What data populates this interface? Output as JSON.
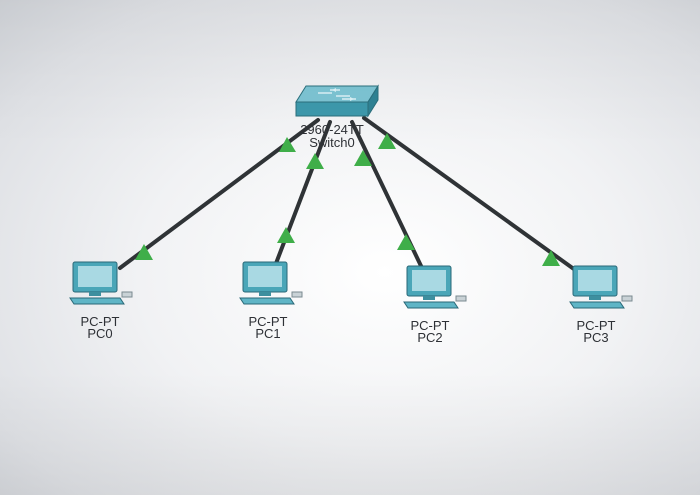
{
  "switch": {
    "model": "2960-24TT",
    "name": "Switch0"
  },
  "pcs": [
    {
      "model": "PC-PT",
      "name": "PC0"
    },
    {
      "model": "PC-PT",
      "name": "PC1"
    },
    {
      "model": "PC-PT",
      "name": "PC2"
    },
    {
      "model": "PC-PT",
      "name": "PC3"
    }
  ],
  "colors": {
    "link": "#2f3336",
    "link_up_indicator": "#3fae49",
    "device_body": "#4aa6b8"
  }
}
